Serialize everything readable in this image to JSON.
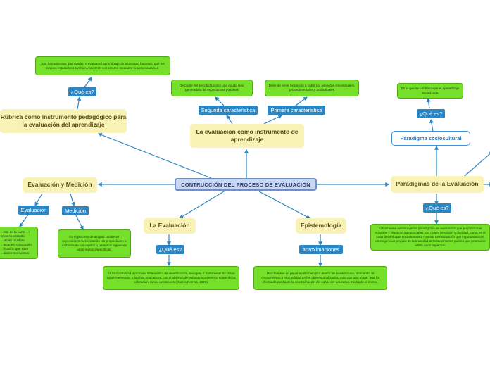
{
  "central": "CONTRUCCIÓN DEL PROCESO DE EVALUACIÓN",
  "nodes": {
    "rubrica": "Rúbrica como instrumento pedagógico para la evaluación del aprendizaje",
    "evaluacion_instrumento": "La evaluación como instrumento de aprendizaje",
    "paradigmas": "Paradigmas de la Evaluación",
    "evaluacion_medicion": "Evaluación y Medición",
    "la_evaluacion": "La Evaluación",
    "epistemologia": "Epistemología",
    "paradigma_sociocultural": "Paradigma sociocultural"
  },
  "labels": {
    "que_es_rubrica": "¿Qué es?",
    "segunda": "Segunda característica",
    "primera": "Primera característica",
    "que_es_socio": "¿Qué es?",
    "evaluacion": "Evaluación",
    "medicion": "Medición",
    "que_es_eval": "¿Qué es?",
    "aproximaciones": "aproximaciones",
    "que_es_paradigmas": "¿Qué es?"
  },
  "descriptions": {
    "rubrica": "Son herramientas que ayudan a evaluar el aprendizaje de alumnado haciendo que los propios estudiantes también conozcan sus errores mediante la autoevaluación.",
    "segunda": "De poder ser percibida como una ayuda real, generadora de expectativas positivas",
    "primera": "Debe de tener extensión a todos los aspectos conceptuales, procedimentales y actitudinales",
    "socio": "Es el que se centraliza en el aprendizaje socializado",
    "evaluacion": "...nto, en la parte ...l proceso estando ...plican pruebas ...aciones, colocación, ...ficación que sirve ...dades normativas",
    "medicion": "Es el proceso de asignar u obtener expresiones numéricas de las propiedades o atributos de los objetos o personas siguiendo unas reglas específicas.",
    "la_evaluacion": "Es una actividad o proceso sistemático de identificación, recogida o tratamiento de datos sobre elementos o hechos educativos, con el objetivo de valorarlos primero y, sobre dicha valoración, tomar decisiones (García Ramos, 1989).",
    "epistemologia": "Podría tener un papel epistemológico dentro de la educación, abonando al conocimiento o profundidad de los objetos analizados, más que uno moral, que ha efectuado mediante la determinación del saber ser educativo mediante el somos.",
    "paradigmas": "Actualmente existen varios paradigmas de evaluación que proporcionan recursos y plantean metodologías con mayor precisión y claridad, como es el caso del enfoque sociofomativo, modelo de evaluación que logra satisfacer las exigencias propias de la sociedad del conocimiento puesto que promueve -entre otros aspectos-"
  },
  "colors": {
    "edge": "#2d86c4",
    "central_fill": "#c9d7f3",
    "main_fill": "#f8f2b4",
    "label_fill": "#2d86c4",
    "description_fill": "#74e02a"
  }
}
